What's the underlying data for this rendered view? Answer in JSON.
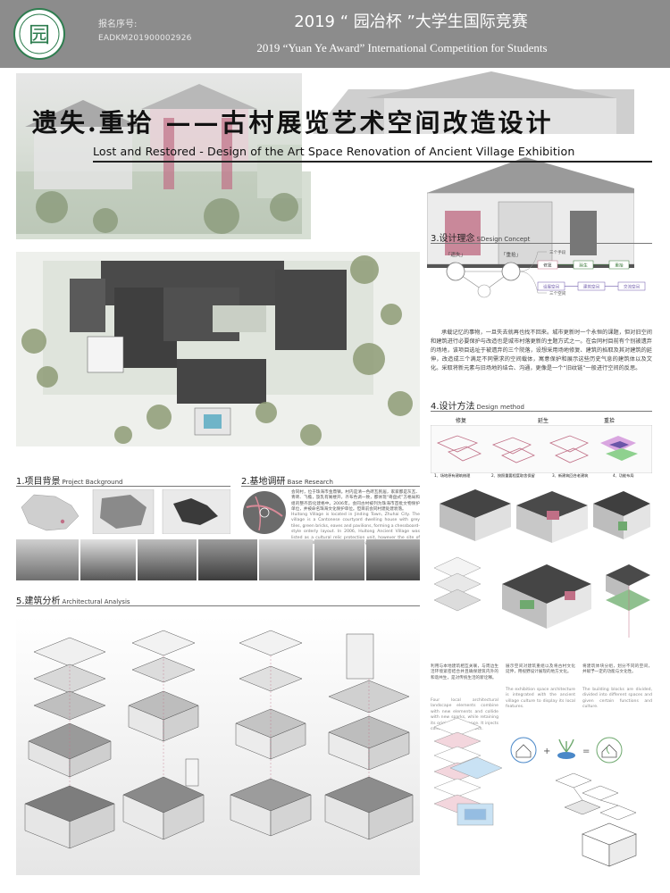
{
  "header": {
    "registration_label": "报名序号:",
    "registration_number": "EADKM201900002926",
    "competition_cn": "2019 “ 园冶杯 ”大学生国际竞赛",
    "competition_en": "2019 “Yuan Ye Award” International Competition for  Students",
    "logo_char": "园"
  },
  "hero": {
    "title_cn": "遗失.重拾 ——古村展览艺术空间改造设计",
    "title_en": "Lost and Restored - Design of the Art Space Renovation of Ancient Village Exhibition"
  },
  "sections": {
    "s1": {
      "cn": "1.项目背景",
      "en": "Project Background"
    },
    "s2": {
      "cn": "2.基地调研",
      "en": "Base Research"
    },
    "s3": {
      "cn": "3.设计理念",
      "en": "SDesign Concept"
    },
    "s4": {
      "cn": "4.设计方法",
      "en": "Design method"
    },
    "s5": {
      "cn": "5.建筑分析",
      "en": "Architectural Analysis"
    }
  },
  "concept": {
    "node_lost": "「遗失」",
    "node_restore": "「重拾」",
    "branch_top": "三个手段",
    "branch_bottom": "三个空间",
    "boxes_top": [
      "修复",
      "延生",
      "重拾"
    ],
    "boxes_bottom": [
      "设展空间",
      "建筑空间",
      "交流空间"
    ],
    "paragraph": "承载记忆的事物，一旦失去就再也找不回来。城市更新时一个永恒的课题，但对旧空间和建筑进行必要保护与改造也是城市村落更新的主题方式之一。在会同村目前有个别被遗弃的场地，该项目选址于被遗弃的三个院落，设想采用场地修复、建筑的掐取及其对建筑的延伸，改造成三个满足不同需求的空间载体，寓意保护和展示这些历史气息的建筑体以及文化。采取将新元素与旧场地的结合、沟通，更像是一个“旧纹链”一般进行空间的反思。"
  },
  "method": {
    "labels": [
      "修复",
      "延生",
      "重拾"
    ],
    "steps": [
      "1、场地原有建筑梳理",
      "2、按照重要程度取舍保留",
      "3、新建筑回合老建筑",
      "4、功能布局"
    ]
  },
  "research": {
    "paragraph": "会同村，位于珠海市金鼎镇。村内是清一色砖瓦民居，家家都是灰瓦、青砖、飞檐，旋乳有阁楼开，齐布色调一致，都体现“奇盘式”方格局和组的整齐韵化建格中。2006年，会同古村被列为珠海市首批文物保护单位，并被命名珠海文化保护单位。但目前会同村建处建衰落。",
    "paragraph_en": "Huitong Village is located in Jinding Town, Zhuhai City. The village is a Cantonese courtyard dwelling house with grey tiles, green bricks, eaves and pavilions, forming a chessboard-style orderly layout. In 2006, Huitong Ancient Village was listed as a cultural relic protection unit, however the site of Huitong Village is gradually declining."
  },
  "analysis": {
    "p1": "利用与本地建筑相互关联，与周边生活环境紧密结合并且确保建筑内外的和谐共生，是对传统生活的新诠释。",
    "p1_en": "Four local architectural landscape elements combine with new elements and collide with new sparks, while retaining its original appearance. It injects contemporary aesthetics.",
    "p2": "展示空间对建筑重组以及将古村文化延伸，用视野设计展现的地方文化。",
    "p2_en": "The exhibition space architecture is integrated with the ancient village culture to display its local features.",
    "p3": "将建筑体块分组，划分不同的空间，并赋予一定的功能与文化性。",
    "p3_en": "The building blocks are divided, divided into different spaces and given certain functions and culture."
  },
  "colors": {
    "header_bg": "#8c8c8c",
    "accent_pink": "#c06f86",
    "accent_green": "#3a7a3a",
    "accent_purple": "#6a55a8",
    "accent_blue": "#4a88c8",
    "line": "#777777"
  }
}
